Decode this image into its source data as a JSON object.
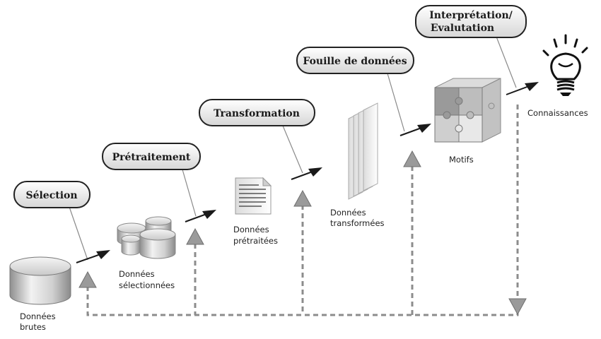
{
  "steps": {
    "selection": "Sélection",
    "pretraitement": "Prétraitement",
    "transformation": "Transformation",
    "fouille": "Fouille de données",
    "interpretation_1": "Interprétation/",
    "interpretation_2": "Evalutation"
  },
  "labels": {
    "donnees_brutes_1": "Données",
    "donnees_brutes_2": "brutes",
    "donnees_selectionnees_1": "Données",
    "donnees_selectionnees_2": "sélectionnées",
    "donnees_pretraitees_1": "Données",
    "donnees_pretraitees_2": "prétraitées",
    "donnees_transformees_1": "Données",
    "donnees_transformees_2": "transformées",
    "motifs": "Motifs",
    "connaissances": "Connaissances"
  },
  "icons": {
    "raw_data": "database-cylinder-icon",
    "selected_data": "database-cluster-icon",
    "preprocessed_data": "document-icon",
    "transformed_data": "stacked-pages-icon",
    "patterns": "puzzle-cube-icon",
    "knowledge": "lightbulb-icon"
  },
  "colors": {
    "feedback_line": "#8c8c8c",
    "arrow": "#1a1a1a",
    "pill_border": "#222222"
  }
}
